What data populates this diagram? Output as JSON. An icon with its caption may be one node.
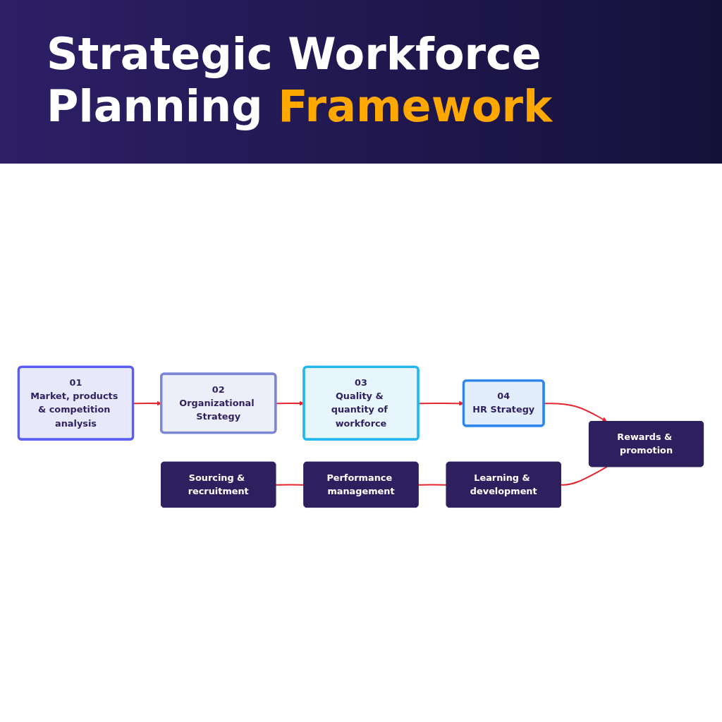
{
  "diagram": {
    "title": "Strategic Workforce Planning Framework",
    "nodes": [
      {
        "text": [
          "01",
          "Market, products & competition analysis"
        ]
      },
      {
        "text": [
          "02",
          "Organizational Strategy"
        ]
      },
      {
        "text": [
          "03",
          "Quality & quantity of workforce"
        ]
      },
      {
        "text": [
          "04",
          "HR Strategy"
        ]
      },
      {
        "text": [
          "Sourcing & recruitment"
        ]
      },
      {
        "text": [
          "Performance management"
        ]
      },
      {
        "text": [
          "Learning & development"
        ]
      },
      {
        "text": [
          "Rewards & promotion"
        ]
      }
    ],
    "edges": [
      {
        "from": 0,
        "to": 1,
        "arrow": "to"
      },
      {
        "from": 1,
        "to": 2,
        "arrow": "to"
      },
      {
        "from": 2,
        "to": 3,
        "arrow": "to"
      },
      {
        "from": 3,
        "to": 7,
        "arrow": "to"
      },
      {
        "from": 4,
        "to": 5,
        "arrow": "none"
      },
      {
        "from": 5,
        "to": 6,
        "arrow": "none"
      },
      {
        "from": 6,
        "to": 7,
        "arrow": "none"
      }
    ]
  }
}
